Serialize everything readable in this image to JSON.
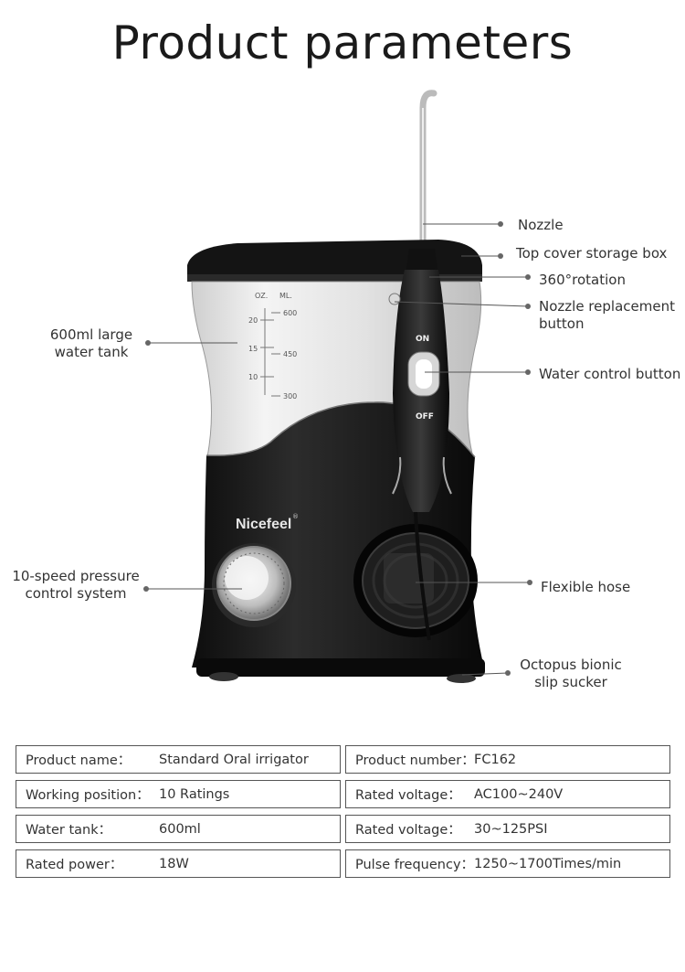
{
  "page": {
    "title": "Product parameters"
  },
  "product": {
    "brand": "Nicefeel",
    "registered_mark": "®",
    "tank_labels": {
      "oz_header": "OZ.",
      "ml_header": "ML.",
      "oz_marks": [
        "20",
        "15",
        "10"
      ],
      "ml_marks": [
        "600",
        "450",
        "300"
      ]
    },
    "handle_on": "ON",
    "handle_off": "OFF"
  },
  "callouts": {
    "nozzle": "Nozzle",
    "top_cover": "Top cover storage box",
    "rotation": "360°rotation",
    "nozzle_replacement_1": "Nozzle replacement",
    "nozzle_replacement_2": "button",
    "water_control": "Water control button",
    "flexible_hose": "Flexible hose",
    "octopus_1": "Octopus bionic",
    "octopus_2": "slip sucker",
    "tank_1": "600ml large",
    "tank_2": "water tank",
    "pressure_1": "10-speed pressure",
    "pressure_2": "control system"
  },
  "specs": {
    "left": [
      {
        "key": "Product name：",
        "value": "Standard Oral irrigator"
      },
      {
        "key": "Working position：",
        "value": "10 Ratings"
      },
      {
        "key": "Water tank：",
        "value": "600ml"
      },
      {
        "key": "Rated power：",
        "value": "18W"
      }
    ],
    "right": [
      {
        "key": "Product number：",
        "value": "FC162"
      },
      {
        "key": "Rated voltage：",
        "value": "AC100~240V"
      },
      {
        "key": "Rated voltage：",
        "value": "30~125PSI"
      },
      {
        "key": "Pulse frequency：",
        "value": "1250~1700Times/min"
      }
    ]
  }
}
